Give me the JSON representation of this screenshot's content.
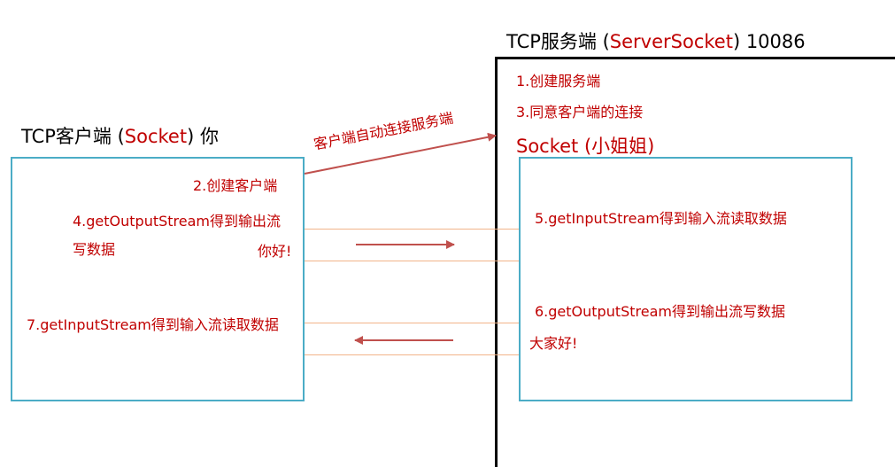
{
  "server": {
    "title_prefix": "TCP服务端 (",
    "title_highlight": "ServerSocket",
    "title_suffix": ") 10086",
    "step1": "1.创建服务端",
    "step3": "3.同意客户端的连接",
    "socket_label": "Socket (小姐姐)",
    "step5": "5.getInputStream得到输入流读取数据",
    "step6": "6.getOutputStream得到输出流写数据",
    "reply": "大家好!"
  },
  "client": {
    "title_prefix": "TCP客户端 (",
    "title_highlight": "Socket",
    "title_suffix": ") 你",
    "step2": "2.创建客户端",
    "step4_line1": "4.getOutputStream得到输出流",
    "step4_line2": "写数据",
    "message": "你好!",
    "step7": "7.getInputStream得到输入流读取数据"
  },
  "connection": {
    "label": "客户端自动连接服务端"
  },
  "colors": {
    "highlight": "#c00000",
    "box_border": "#4bacc6",
    "channel_line": "#f2b48a",
    "arrow": "#c0504d"
  }
}
